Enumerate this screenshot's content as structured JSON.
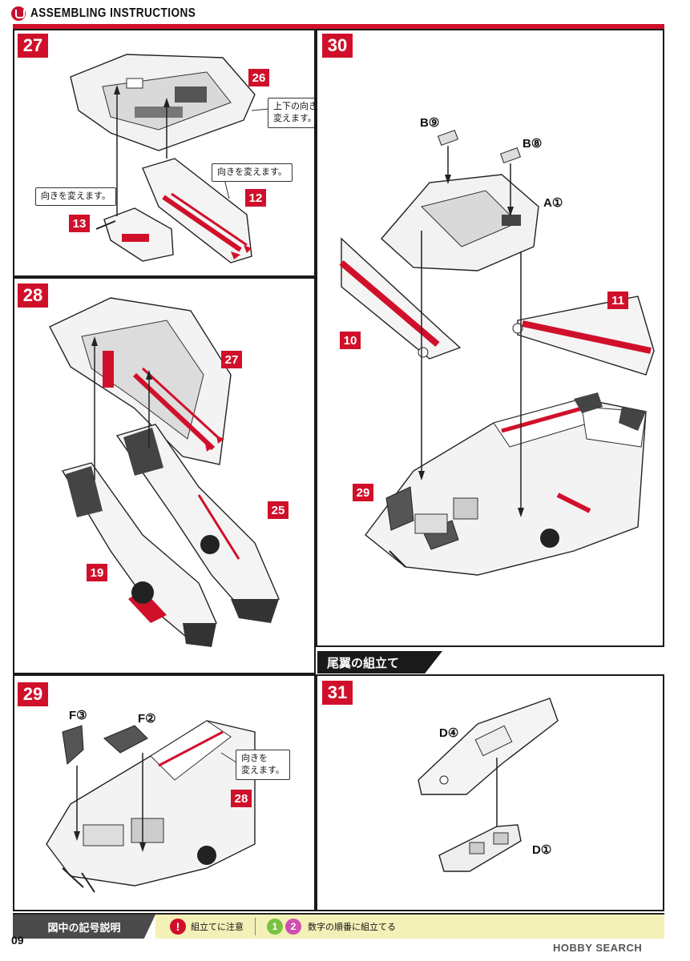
{
  "header": {
    "title": "ASSEMBLING INSTRUCTIONS"
  },
  "steps": {
    "s27": {
      "number": "27",
      "parts": [
        "26",
        "12",
        "13"
      ],
      "callouts": [
        "上下の向きを\n変えます。",
        "向きを変えます。",
        "向きを変えます。"
      ]
    },
    "s28": {
      "number": "28",
      "parts": [
        "27",
        "25",
        "19"
      ]
    },
    "s29": {
      "number": "29",
      "labels": [
        "F③",
        "F②"
      ],
      "parts": [
        "28"
      ],
      "callouts": [
        "向きを\n変えます。"
      ]
    },
    "s30": {
      "number": "30",
      "labels": [
        "B⑨",
        "B⑧",
        "A①"
      ],
      "parts": [
        "11",
        "10",
        "29"
      ]
    },
    "s31": {
      "number": "31",
      "labels": [
        "D④",
        "D①"
      ]
    }
  },
  "section": {
    "title": "尾翼の組立て"
  },
  "footer": {
    "legend_title": "図中の記号説明",
    "caution_icon": "!",
    "caution_text": "組立てに注意",
    "order_icon_1": "1",
    "order_icon_2": "2",
    "order_text": "数字の順番に組立てる",
    "colors": {
      "caution": "#d0102a",
      "order1": "#7cc242",
      "order2": "#d14fb0"
    }
  },
  "page": {
    "number": "09"
  },
  "watermark": {
    "text": "HOBBY SEARCH"
  }
}
